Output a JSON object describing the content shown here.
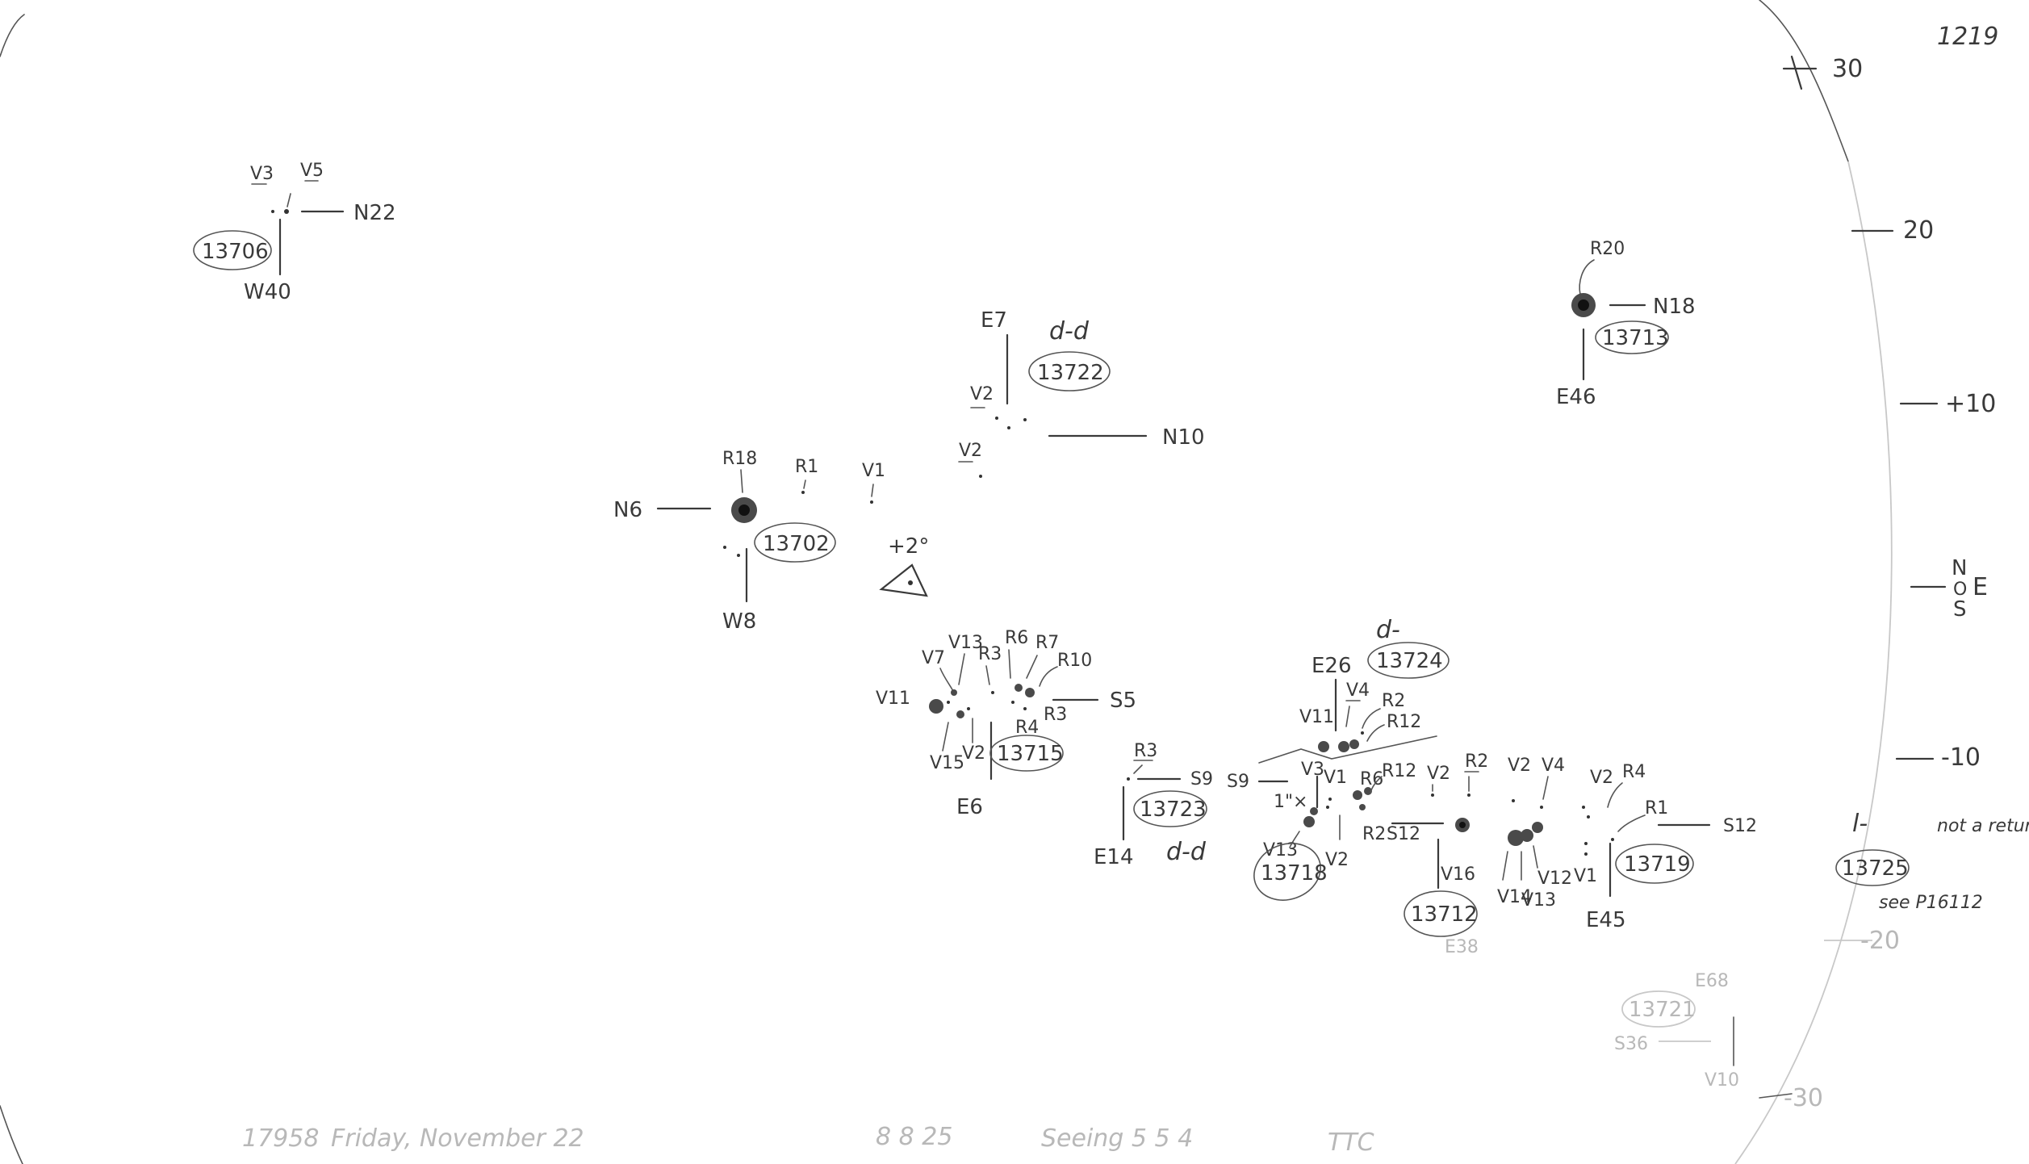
{
  "sheet": {
    "page_number": "1219",
    "scale_labels": [
      "30",
      "20",
      "+10",
      "N",
      "O",
      "E",
      "S",
      "-10",
      "-20",
      "-30"
    ],
    "footer": {
      "number": "17958",
      "date": "Friday, November 22",
      "time": "8 8 25",
      "seeing": "Seeing 5 5 4",
      "observer": "TTC"
    }
  },
  "regions": [
    {
      "id": "13706",
      "offset_ns": "N22",
      "offset_ew": "W40",
      "labels": [
        "V3",
        "V5"
      ]
    },
    {
      "id": "13702",
      "offset_ns": "N6",
      "offset_ew": "W8",
      "labels": [
        "R18",
        "R1",
        "V1"
      ]
    },
    {
      "id": "13722",
      "offset_ns": "N10",
      "offset_ew": "E7",
      "note": "d-d",
      "labels": [
        "V2",
        "V2"
      ]
    },
    {
      "id": "13713",
      "offset_ns": "N18",
      "offset_ew": "E46",
      "labels": [
        "R20"
      ]
    },
    {
      "id": "13715",
      "offset_ns": "S5",
      "offset_ew": "E6",
      "labels": [
        "V7",
        "V13",
        "R3",
        "R6",
        "R7",
        "R10",
        "V11",
        "R3",
        "R4",
        "V15",
        "V2"
      ]
    },
    {
      "id": "13723",
      "offset_ns": "S9",
      "offset_ew": "E14",
      "note": "d-d",
      "labels": [
        "R3"
      ]
    },
    {
      "id": "13724",
      "offset_ew": "E26",
      "note": "d-",
      "labels": [
        "V11",
        "V4",
        "R2",
        "R12"
      ]
    },
    {
      "id": "13718",
      "offset_ns": "S9",
      "labels": [
        "1\"",
        "V3",
        "V1",
        "R6",
        "R12",
        "R2",
        "V13",
        "V2"
      ]
    },
    {
      "id": "13712",
      "offset_ns": "S12",
      "labels": [
        "V2",
        "R2",
        "V16",
        "E38"
      ]
    },
    {
      "id": "13719",
      "offset_ns": "S12",
      "offset_ew": "E45",
      "labels": [
        "V2",
        "V4",
        "V2",
        "R4",
        "R1",
        "V14",
        "V13",
        "V12",
        "V1"
      ]
    },
    {
      "id": "13725",
      "note": "l-",
      "remark": "not a return",
      "reference": "see P16112"
    },
    {
      "id": "13721",
      "faint": true,
      "labels": [
        "E68",
        "S36",
        "V10"
      ]
    }
  ],
  "marker": {
    "label": "+2°",
    "shape": "triangle"
  }
}
